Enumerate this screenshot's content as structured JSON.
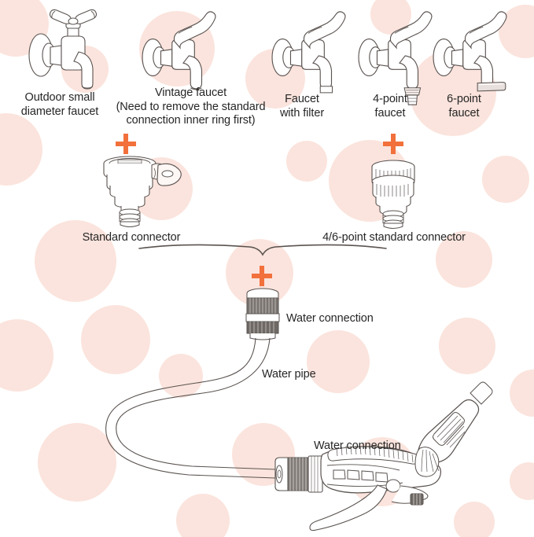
{
  "diagram": {
    "title": "Garden faucet connector compatibility diagram",
    "background_color": "#ffffff",
    "accent_color": "#F2703C",
    "line_color": "#5a5350",
    "text_color": "#262626",
    "blob_color": "#fbe4dd"
  },
  "faucets": [
    {
      "id": "outdoor-small-diameter-faucet",
      "label": "Outdoor small\ndiameter faucet",
      "icon": "cross-handle-faucet-icon"
    },
    {
      "id": "vintage-faucet",
      "label": "Vintage faucet\n(Need to remove the standard\nconnection inner ring first)",
      "icon": "lever-handle-faucet-icon"
    },
    {
      "id": "faucet-with-filter",
      "label": "Faucet\nwith filter",
      "icon": "faucet-with-filter-icon"
    },
    {
      "id": "four-point-faucet",
      "label": "4-point\nfaucet",
      "icon": "threaded-faucet-icon"
    },
    {
      "id": "six-point-faucet",
      "label": "6-point\nfaucet",
      "icon": "flat-spout-faucet-icon"
    }
  ],
  "connectors": [
    {
      "id": "standard-connector",
      "label": "Standard connector",
      "icon": "standard-connector-icon"
    },
    {
      "id": "four-six-point-standard-connector",
      "label": "4/6-point standard connector",
      "icon": "threaded-connector-icon"
    }
  ],
  "plus_signs": [
    {
      "id": "plus-standard-connector",
      "symbol": "+"
    },
    {
      "id": "plus-four-six-point-connector",
      "symbol": "+"
    },
    {
      "id": "plus-water-connection",
      "symbol": "+"
    }
  ],
  "hose_assembly": {
    "water_connection_top_label": "Water connection",
    "water_pipe_label": "Water pipe",
    "water_connection_bottom_label": "Water connection",
    "quick_coupler_icon": "quick-coupler-icon",
    "hose_icon": "water-hose-icon",
    "spray_gun_icon": "spray-gun-nozzle-icon"
  },
  "bracket": {
    "id": "joining-bracket",
    "icon": "curly-brace-icon"
  }
}
